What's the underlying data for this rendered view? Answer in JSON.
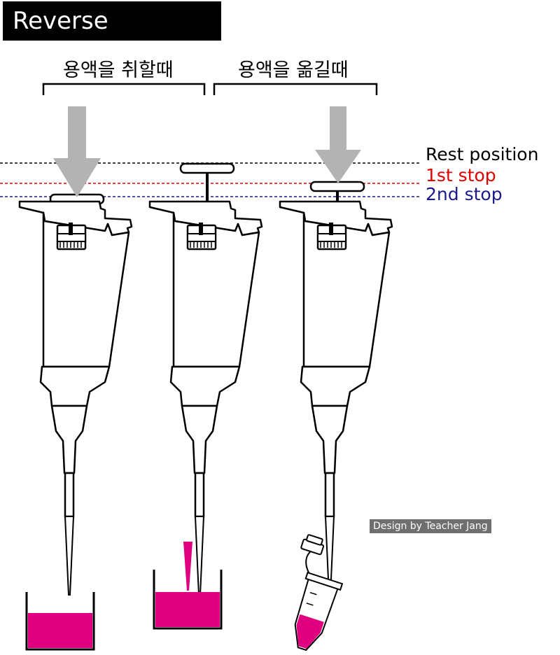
{
  "title": "Reverse pipetting",
  "phases": {
    "aspirate": "용액을 취할때",
    "dispense": "용액을 옮길때"
  },
  "legend": {
    "rest": "Rest position",
    "first_stop": "1st stop",
    "second_stop": "2nd stop"
  },
  "credit": "Design by Teacher Jang",
  "colors": {
    "liquid": "#e0007f",
    "arrow": "#b3b3b3",
    "rest_line": "#000000",
    "first_stop_line": "#e00000",
    "second_stop_line": "#1a1a8c",
    "credit_bg": "#6f6f6f"
  }
}
